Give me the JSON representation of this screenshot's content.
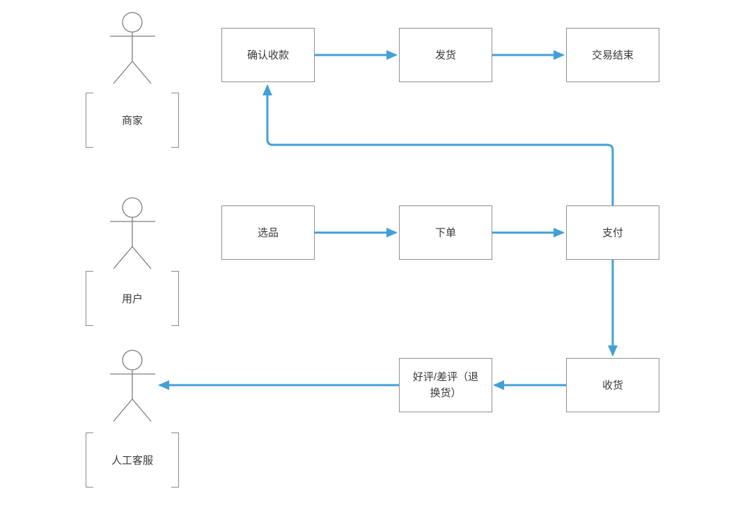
{
  "diagram": {
    "background_color": "#ffffff",
    "connector_color": "#42a0d8",
    "shape_border_color": "#8f8f8f",
    "figure_color": "#7d7d7d",
    "text_color": "#383838",
    "actors": [
      {
        "id": "merchant",
        "label": "商家"
      },
      {
        "id": "user",
        "label": "用户"
      },
      {
        "id": "service",
        "label": "人工客服"
      }
    ],
    "nodes": [
      {
        "id": "confirm-payment",
        "label": "确认收款"
      },
      {
        "id": "ship",
        "label": "发货"
      },
      {
        "id": "deal-end",
        "label": "交易结束"
      },
      {
        "id": "select",
        "label": "选品"
      },
      {
        "id": "order",
        "label": "下单"
      },
      {
        "id": "pay",
        "label": "支付"
      },
      {
        "id": "review",
        "label": "好评/差评（退\n换货）"
      },
      {
        "id": "receive",
        "label": "收货"
      }
    ],
    "edges": [
      {
        "from": "确认收款",
        "to": "发货"
      },
      {
        "from": "发货",
        "to": "交易结束"
      },
      {
        "from": "选品",
        "to": "下单"
      },
      {
        "from": "下单",
        "to": "支付"
      },
      {
        "from": "支付",
        "to": "确认收款"
      },
      {
        "from": "支付",
        "to": "收货"
      },
      {
        "from": "收货",
        "to": "好评/差评（退换货）"
      },
      {
        "from": "好评/差评（退换货）",
        "to": "人工客服"
      }
    ]
  }
}
